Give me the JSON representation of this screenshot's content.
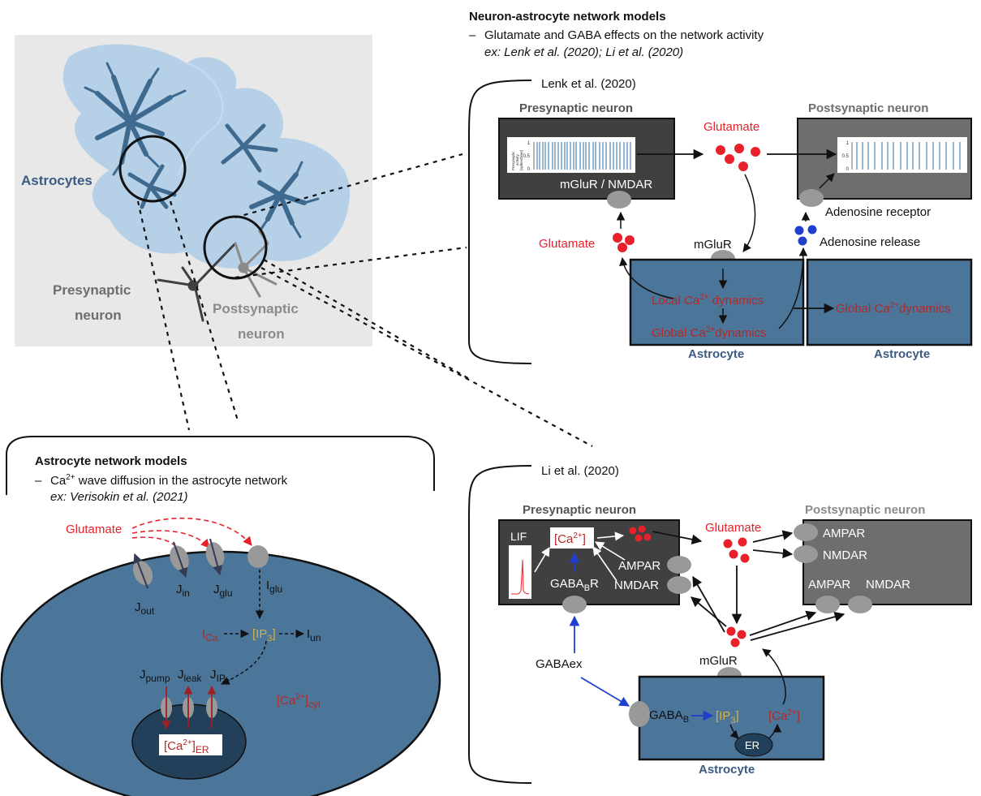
{
  "header": {
    "title": "Neuron-astrocyte network models",
    "line1": "Glutamate and GABA effects on the network activity",
    "line2": "ex: Lenk et al. (2020); Li et al. (2020)"
  },
  "overview": {
    "astrocytes": "Astrocytes",
    "pre1": "Presynaptic",
    "pre2": "neuron",
    "post1": "Postsynaptic",
    "post2": "neuron"
  },
  "lenk": {
    "title": "Lenk et al. (2020)",
    "pre_title": "Presynaptic neuron",
    "post_title": "Postsynaptic neuron",
    "plot_ylabel1": "Presynaptic",
    "plot_ylabel2": "activity",
    "plot_ylabel3": "[spikes/time]",
    "ticks_pre": [
      "1",
      "0.5",
      "0"
    ],
    "ticks_post": [
      "1",
      "0.5",
      "0"
    ],
    "mglur_nmdar": "mGluR / NMDAR",
    "glutamate_top": "Glutamate",
    "glutamate_left": "Glutamate",
    "mglur": "mGluR",
    "adenosine_receptor": "Adenosine receptor",
    "adenosine_release": "Adenosine release",
    "local_ca": "Local Ca",
    "global_ca": "Global Ca",
    "global_ca_right": "Global Ca",
    "dynamics": " dynamics",
    "dynamics2": "dynamics",
    "sup": "2+",
    "astrocyte1": "Astrocyte",
    "astrocyte2": "Astrocyte"
  },
  "astro_models": {
    "title": "Astrocyte network models",
    "line1a": "Ca",
    "line1sup": "2+",
    "line1b": " wave diffusion in the astrocyte network",
    "line2": "ex: Verisokin et al. (2021)",
    "glutamate": "Glutamate",
    "j_out": "J",
    "j_out_sub": "out",
    "j_in": "J",
    "j_in_sub": "in",
    "j_glu": "J",
    "j_glu_sub": "glu",
    "i_glu": "I",
    "i_glu_sub": "glu",
    "i_ca": "I",
    "i_ca_sub": "Ca",
    "ip3": "[IP",
    "ip3_sub": "3",
    "ip3_end": "]",
    "i_un": "I",
    "i_un_sub": "un",
    "j_pump": "J",
    "j_pump_sub": "pump",
    "j_leak": "J",
    "j_leak_sub": "leak",
    "j_ip3": "J",
    "j_ip3_sub": "IP",
    "j_ip3_sub2": "3",
    "ca_cyt": "[Ca",
    "ca_cyt_sup": "2+",
    "ca_cyt_end": "]",
    "ca_cyt_sub": "cyt",
    "ca_er": "[Ca",
    "ca_er_sup": "2+",
    "ca_er_end": "]",
    "ca_er_sub": "ER"
  },
  "li": {
    "title": "Li et al. (2020)",
    "pre_title": "Presynaptic neuron",
    "post_title": "Postsynaptic neuron",
    "lif": "LIF",
    "ca": "[Ca",
    "ca_sup": "2+",
    "ca_end": "]",
    "ampar": "AMPAR",
    "nmdar": "NMDAR",
    "gabab_r_a": "GABA",
    "gabab_r_sub": "B",
    "gabab_r_b": "R",
    "glutamate": "Glutamate",
    "post_ampar": "AMPAR",
    "post_nmdar": "NMDAR",
    "post_ampar2": "AMPAR",
    "post_nmdar2": "NMDAR",
    "mglur": "mGluR",
    "gabaex": "GABAex",
    "gabab": "GABA",
    "gabab_sub": "B",
    "ip3": "[IP",
    "ip3_sub": "3",
    "ip3_end": "]",
    "er": "ER",
    "astro_ca": "[Ca",
    "astro_ca_sup": "2+",
    "astro_ca_end": "]",
    "astrocyte": "Astrocyte"
  },
  "colors": {
    "astro_blue": "#4b7599",
    "light_blue": "#b6d0e8",
    "dark_gray": "#404040",
    "mid_gray": "#6e6e6e",
    "red": "#e8202a",
    "dark_red": "#b22a2a",
    "blue_arrow": "#1f3fcc",
    "label_blue": "#3b5b84",
    "gray_text": "#707070",
    "yellow": "#d4b24a"
  }
}
